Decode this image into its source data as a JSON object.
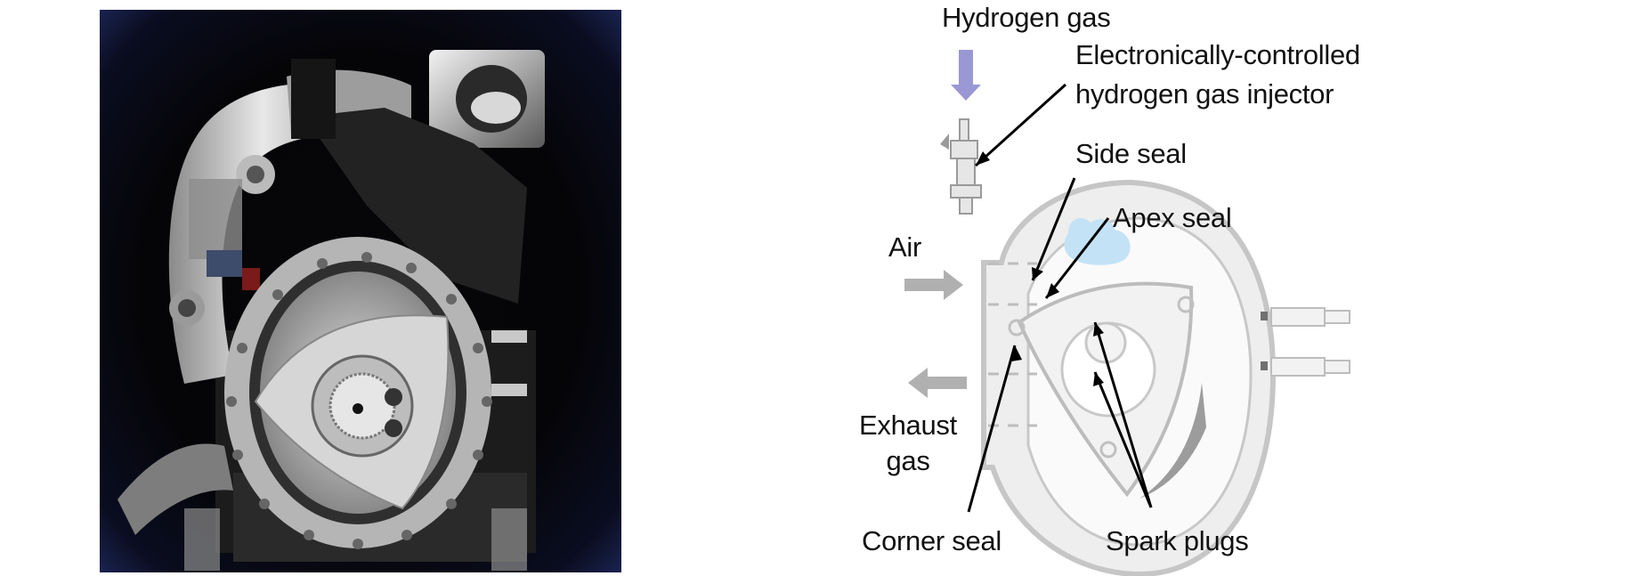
{
  "figure": {
    "left_panel": {
      "kind": "photo",
      "subject": "Hydrogen rotary engine cutaway (photograph)",
      "background_color": "#050508",
      "border_glow_color": "#1a2350"
    },
    "right_panel": {
      "kind": "schematic",
      "subject": "Rotary engine cross-section with hydrogen injection",
      "labels": {
        "hydrogen_gas": "Hydrogen gas",
        "injector_line1": "Electronically-controlled",
        "injector_line2": "hydrogen gas injector",
        "side_seal": "Side seal",
        "apex_seal": "Apex seal",
        "air": "Air",
        "exhaust_line1": "Exhaust",
        "exhaust_line2": "gas",
        "corner_seal": "Corner seal",
        "spark_plugs": "Spark plugs"
      },
      "colors": {
        "hydrogen_arrow": "#9a98d4",
        "hydrogen_cloud": "#c4e2f6",
        "housing": "#eeeeee",
        "housing_outline": "#c8c8c8",
        "flow_arrows": "#b0b0b0",
        "leader_lines": "#000000"
      }
    }
  }
}
